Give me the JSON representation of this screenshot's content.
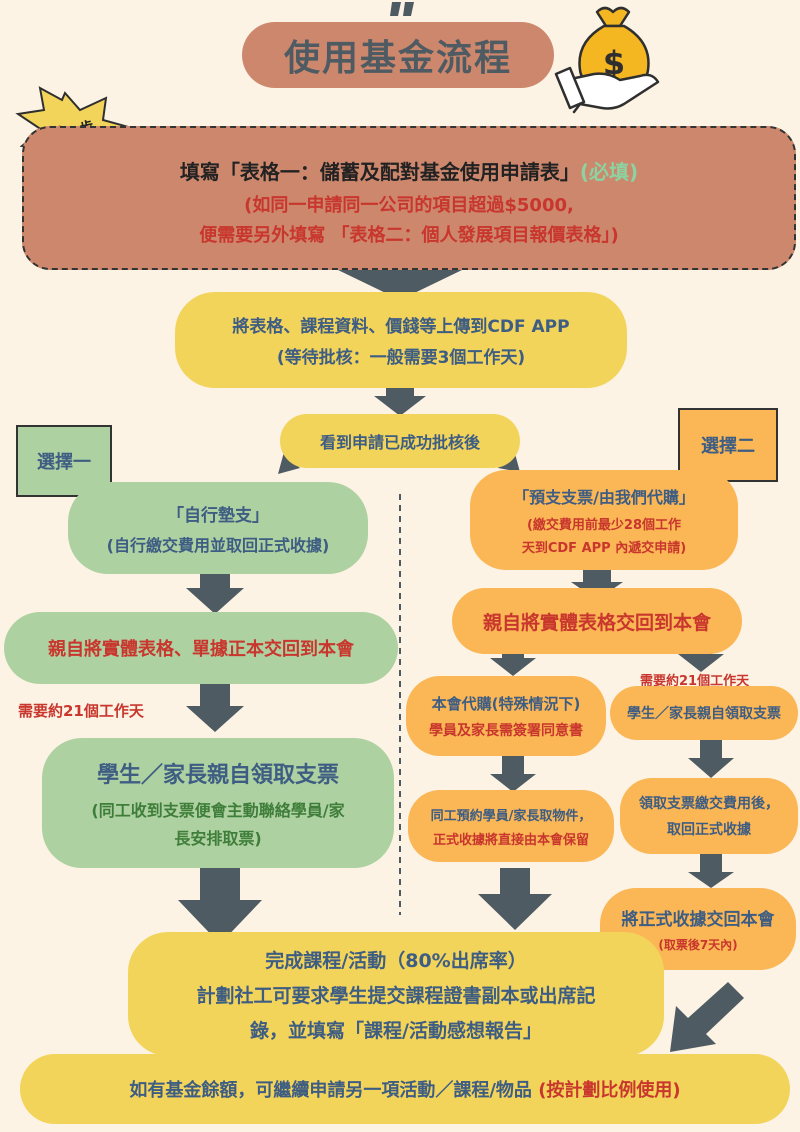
{
  "title": "使用基金流程",
  "step_badge": "第一步",
  "step1": {
    "line1_main": "填寫「表格一：儲蓄及配對基金使用申請表」",
    "line1_required": "(必填)",
    "line2": "(如同一申請同一公司的項目超過$5000,",
    "line3": "便需要另外填寫 「表格二：個人發展項目報價表格」)"
  },
  "upload": {
    "line1": "將表格、課程資料、價錢等上傳到CDF APP",
    "line2": "(等待批核：一般需要3個工作天)"
  },
  "approved": "看到申請已成功批核後",
  "option1_label": "選擇一",
  "option2_label": "選擇二",
  "left": {
    "self_pay_1": "「自行墊支」",
    "self_pay_2": "(自行繳交費用並取回正式收據)",
    "return_forms": "親自將實體表格、單據正本交回到本會",
    "days_note": "需要約21個工作天",
    "collect_1": "學生／家長親自領取支票",
    "collect_2": "(同工收到支票便會主動聯絡學員/家",
    "collect_3": "長安排取票)"
  },
  "right": {
    "prepay_1": "「預支支票/由我們代購」",
    "prepay_2": "(繳交費用前最少28個工作",
    "prepay_3": "天到CDF APP 內遞交申請)",
    "return_forms": "親自將實體表格交回到本會",
    "days_note": "需要約21個工作天",
    "purchase_1": "本會代購(特殊情況下)",
    "purchase_2": "學員及家長需簽署同意書",
    "collect": "學生／家長親自領取支票",
    "pickup_1": "同工預約學員/家長取物件，",
    "pickup_2": "正式收據將直接由本會保留",
    "pay_1": "領取支票繳交費用後，",
    "pay_2": "取回正式收據",
    "receipt_1": "將正式收據交回本會",
    "receipt_2": "(取票後7天內)"
  },
  "complete": {
    "line1": "完成課程/活動（80%出席率）",
    "line2": "計劃社工可要求學生提交課程證書副本或出席記",
    "line3": "錄，並填寫「課程/活動感想報告」"
  },
  "final": {
    "main": "如有基金餘額，可繼續申請另一項活動／課程/物品",
    "ratio": "(按計劃比例使用)"
  },
  "colors": {
    "background": "#fcf3e4",
    "terracotta": "#cd876d",
    "yellow": "#f3d45b",
    "green": "#aed1a1",
    "orange": "#fbb655",
    "arrow": "#4f5b62",
    "blue_text": "#3e5d83",
    "red_text": "#c8362d"
  },
  "icons": [
    "money-bag-hand-icon",
    "starburst-badge-icon",
    "quote-mark-icon"
  ]
}
